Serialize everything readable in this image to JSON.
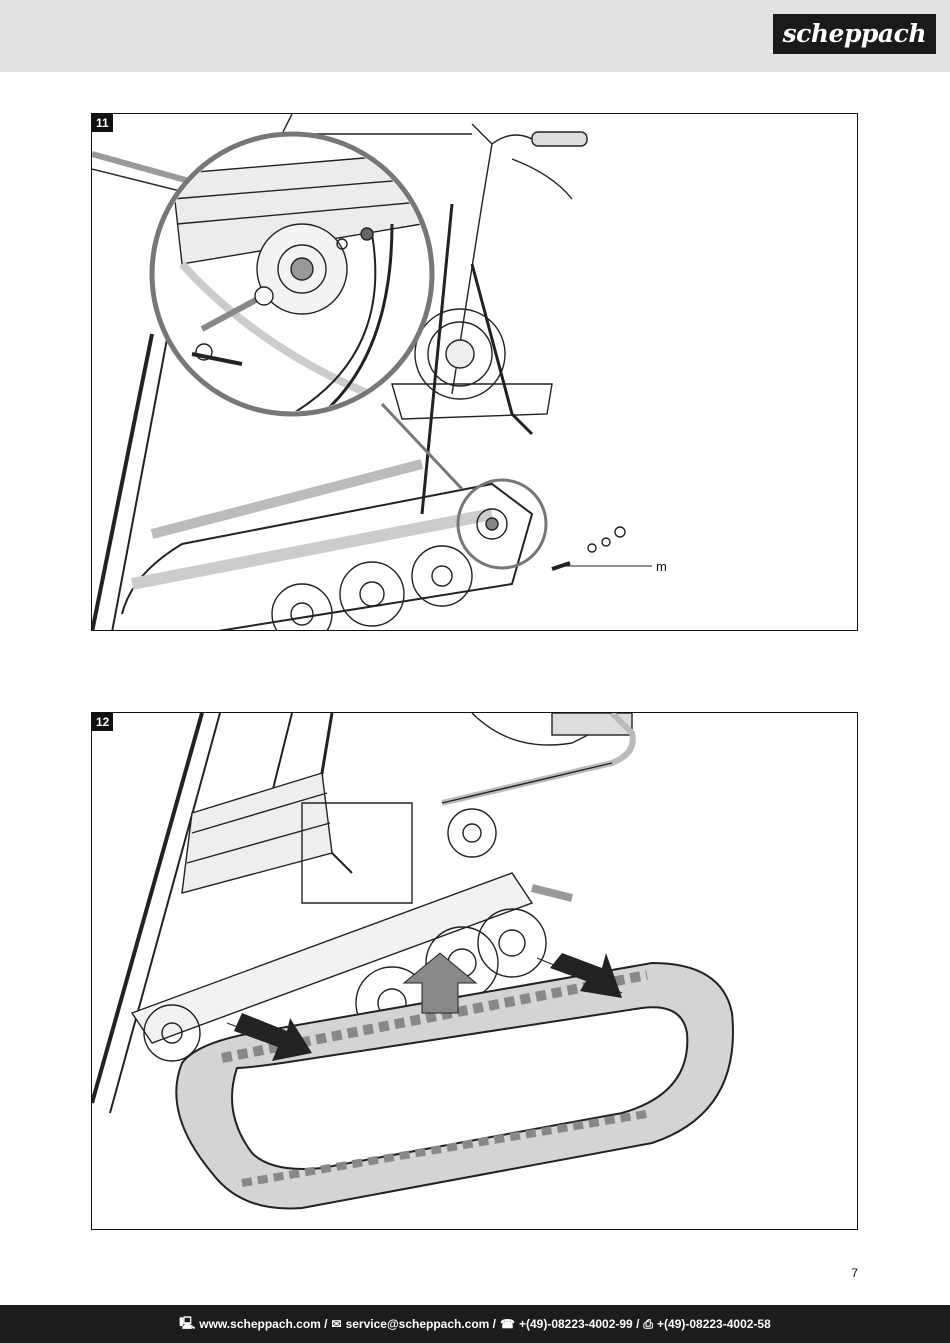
{
  "header": {
    "brand": "scheppach"
  },
  "figures": [
    {
      "number": "11",
      "callouts": {
        "m": "m"
      }
    },
    {
      "number": "12"
    }
  ],
  "page_number": "7",
  "footer": {
    "web_icon": "computer-icon",
    "web": "www.scheppach.com /",
    "mail_icon": "envelope-icon",
    "email": "service@scheppach.com /",
    "phone_icon": "telephone-icon",
    "phone": "+(49)-08223-4002-99 /",
    "fax_icon": "fax-icon",
    "fax": "+(49)-08223-4002-58"
  }
}
